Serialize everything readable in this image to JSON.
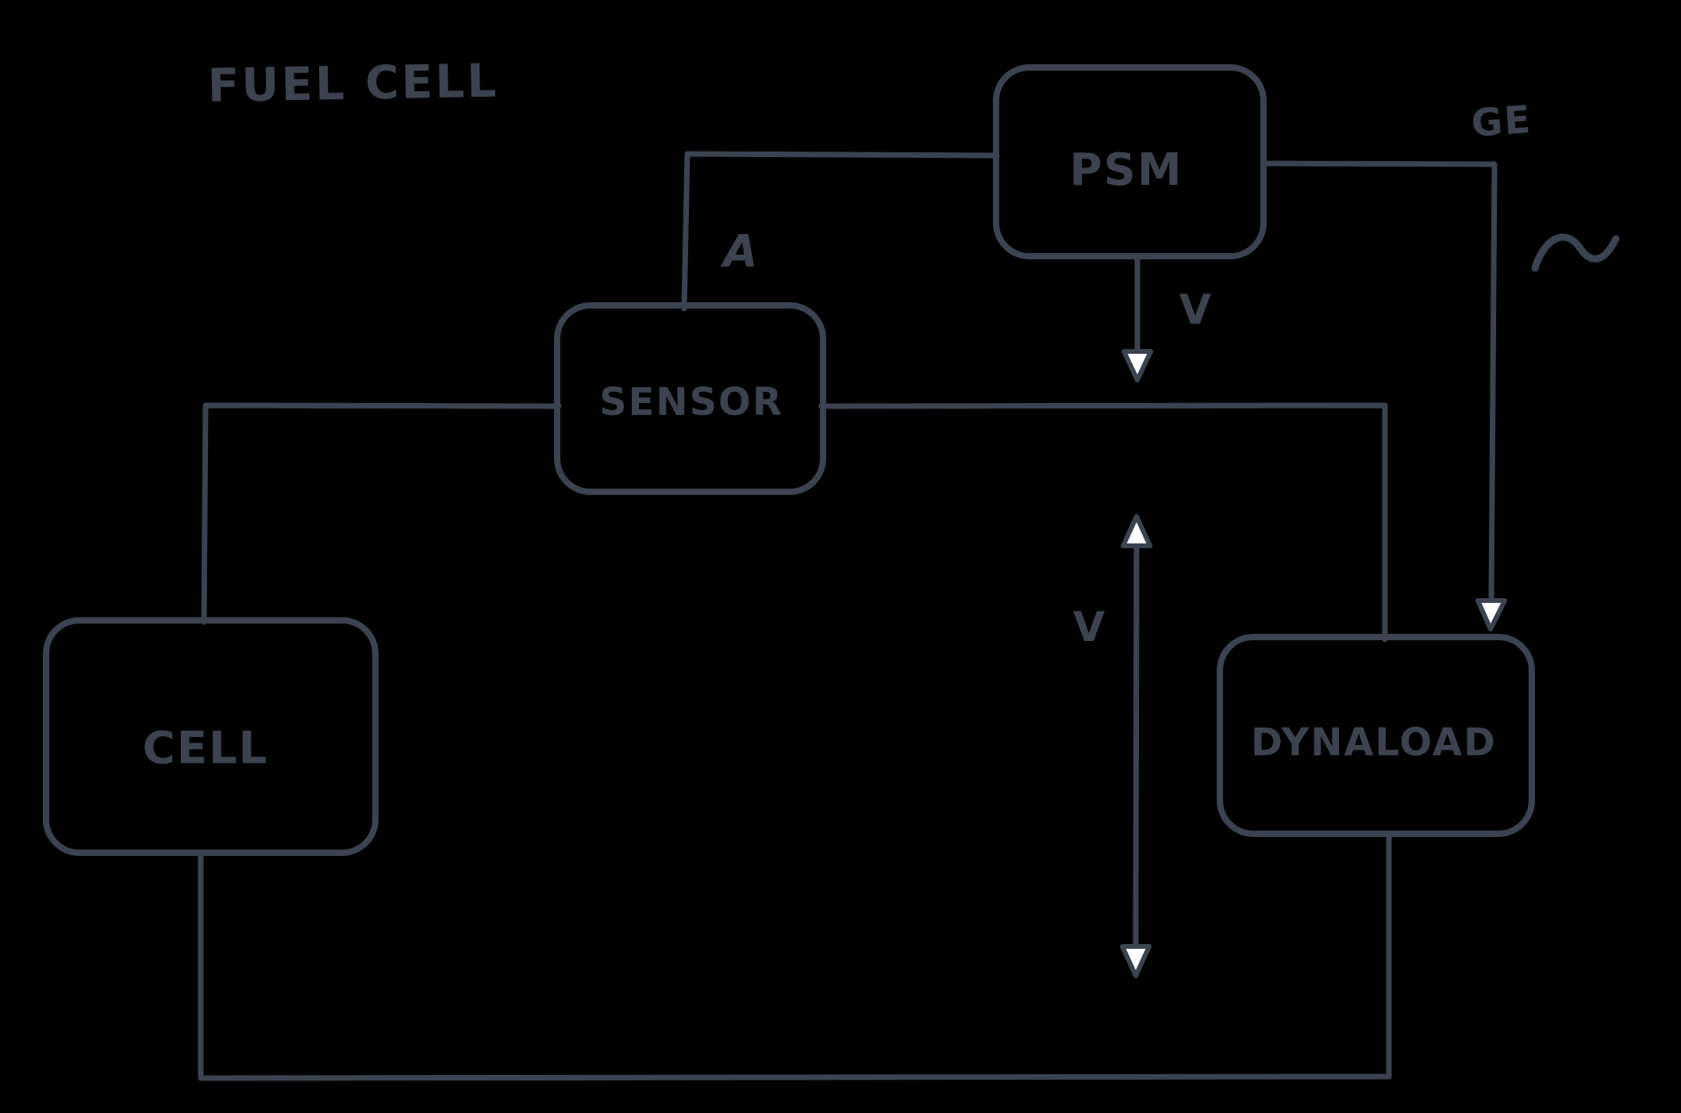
{
  "title": "FUEL CELL",
  "colors": {
    "background": "#000000",
    "stroke": "#3b4250",
    "text": "#3c434f",
    "arrowhead_fill": "#ffffff"
  },
  "boxes": {
    "psm": {
      "label": "PSM"
    },
    "sensor": {
      "label": "SENSOR"
    },
    "cell": {
      "label": "CELL"
    },
    "dynaload": {
      "label": "DYNALOAD"
    }
  },
  "annotations": {
    "ge": "GE",
    "current": "A",
    "voltage_psm": "V",
    "voltage_load": "V",
    "ac_wave_glyph": "∼"
  }
}
